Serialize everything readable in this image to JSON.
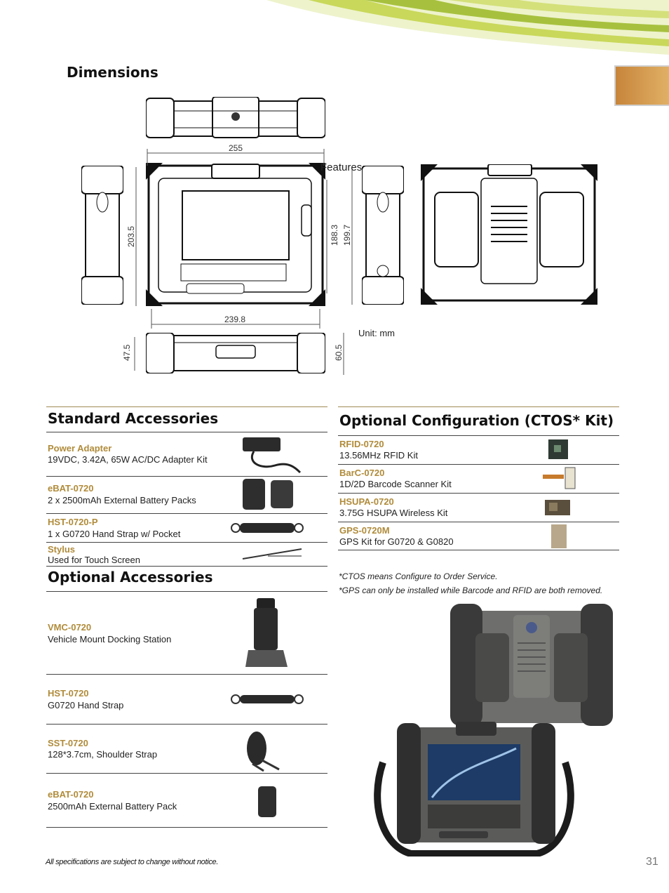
{
  "page": {
    "section_tab": "Features",
    "page_number": "31",
    "footer": "All specifications are subject to change without notice.",
    "colors": {
      "accent": "#b08b3a",
      "tab": "#d39a4d",
      "swoosh": "#b9cc4a"
    }
  },
  "dimensions": {
    "heading": "Dimensions",
    "unit": "Unit: mm",
    "labels": {
      "top_width": "255",
      "front_height": "203.5",
      "front_inner_height": "188.3",
      "front_outer_height": "199.7",
      "bottom_width": "239.8",
      "side_left": "47.5",
      "side_right": "60.5"
    }
  },
  "standard_accessories": {
    "heading": "Standard Accessories",
    "items": [
      {
        "name": "Power Adapter",
        "desc": "19VDC, 3.42A, 65W AC/DC Adapter Kit",
        "icon": "power-adapter-photo"
      },
      {
        "name": "eBAT-0720",
        "desc": "2 x 2500mAh External Battery Packs",
        "icon": "battery-pack-photo"
      },
      {
        "name": "HST-0720-P",
        "desc": "1 x G0720 Hand Strap w/ Pocket",
        "icon": "hand-strap-photo"
      },
      {
        "name": "Stylus",
        "desc": "Used for Touch Screen",
        "icon": "stylus-photo"
      }
    ]
  },
  "optional_accessories": {
    "heading": "Optional Accessories",
    "items": [
      {
        "name": "VMC-0720",
        "desc": "Vehicle Mount Docking Station",
        "icon": "docking-station-photo"
      },
      {
        "name": "HST-0720",
        "desc": "G0720 Hand Strap",
        "icon": "hand-strap-photo"
      },
      {
        "name": "SST-0720",
        "desc": "128*3.7cm, Shoulder Strap",
        "icon": "shoulder-strap-photo"
      },
      {
        "name": "eBAT-0720",
        "desc": "2500mAh External Battery Pack",
        "icon": "battery-photo"
      }
    ]
  },
  "optional_configuration": {
    "heading": "Optional Configuration (CTOS* Kit)",
    "items": [
      {
        "name": "RFID-0720",
        "desc": "13.56MHz RFID Kit",
        "icon": "rfid-module-photo"
      },
      {
        "name": "BarC-0720",
        "desc": "1D/2D Barcode Scanner Kit",
        "icon": "barcode-module-photo"
      },
      {
        "name": "HSUPA-0720",
        "desc": "3.75G HSUPA Wireless Kit",
        "icon": "hsupa-module-photo"
      },
      {
        "name": "GPS-0720M",
        "desc": "GPS Kit for G0720 & G0820",
        "icon": "gps-module-photo"
      }
    ],
    "notes": [
      "*CTOS means Configure to Order Service.",
      "*GPS can only be installed while Barcode and RFID are both removed."
    ]
  }
}
